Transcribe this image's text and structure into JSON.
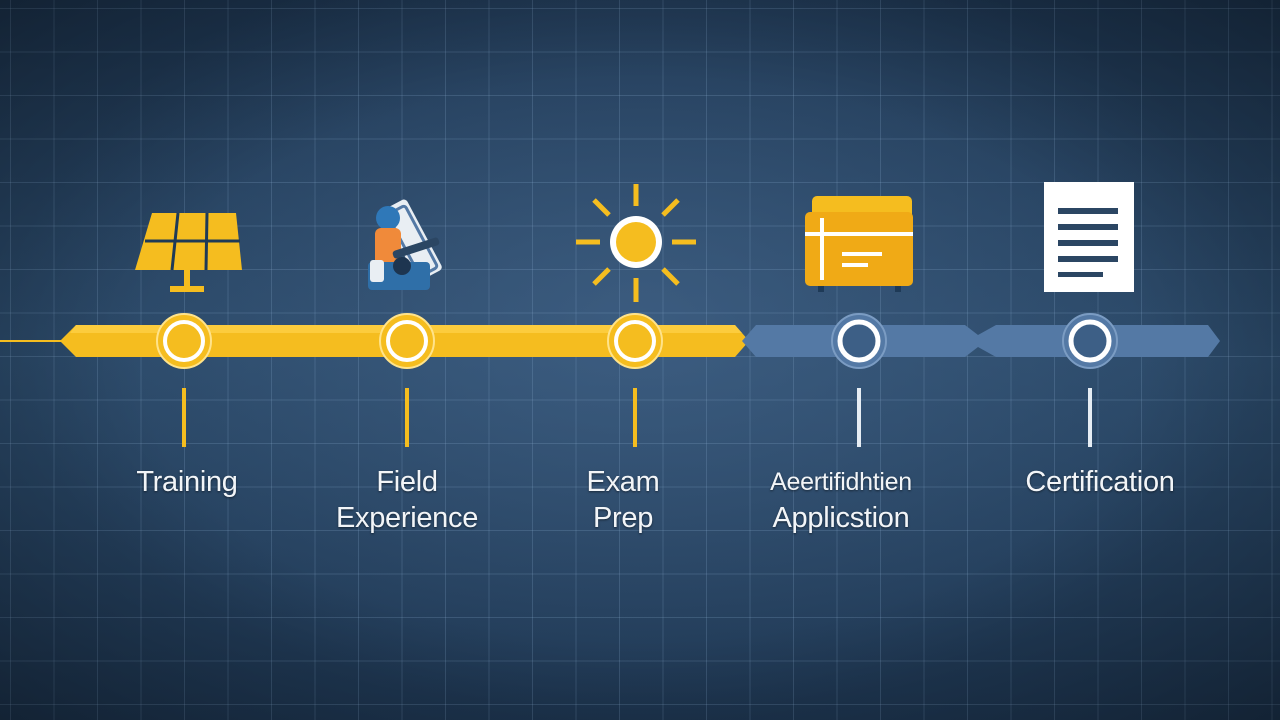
{
  "colors": {
    "completed": "#f5bd1f",
    "pending": "#5479a5",
    "node_inner_pending": "#3d5f86",
    "connector_done": "#f5bd1f",
    "connector_pending": "#e6edf4"
  },
  "steps": [
    {
      "icon": "solar-panel-icon",
      "status": "completed",
      "lines": [
        "Training"
      ]
    },
    {
      "icon": "technician-icon",
      "status": "completed",
      "lines": [
        "Field",
        "Experience"
      ]
    },
    {
      "icon": "sun-icon",
      "status": "completed",
      "lines": [
        "Exam",
        "Prep"
      ]
    },
    {
      "icon": "folder-icon",
      "status": "pending",
      "lines": [
        "Aeertifidhtien",
        "Applicstion"
      ]
    },
    {
      "icon": "document-icon",
      "status": "pending",
      "lines": [
        "Certification"
      ]
    }
  ]
}
